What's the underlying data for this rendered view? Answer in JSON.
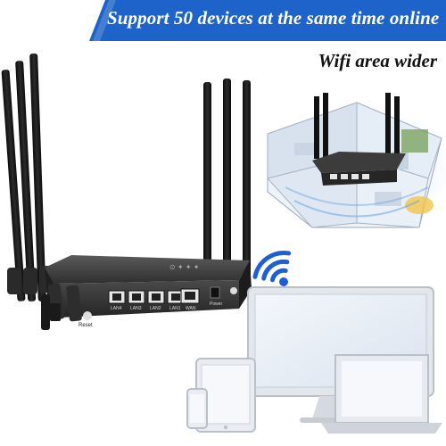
{
  "banner": {
    "text": "Support 50 devices at the same time online"
  },
  "subtitle": {
    "text": "Wifi area wider"
  },
  "router": {
    "port_labels": [
      "LAN4",
      "LAN3",
      "LAN2",
      "LAN1",
      "WAN",
      "Power"
    ],
    "reset_label": "Reset"
  },
  "colors": {
    "banner_blue": "#1e63c9",
    "router_body": "#3a3a3a",
    "antenna": "#151515",
    "wifi_blue": "#1f5fd6"
  },
  "icons": {
    "wifi": "wifi-signal-icon"
  }
}
